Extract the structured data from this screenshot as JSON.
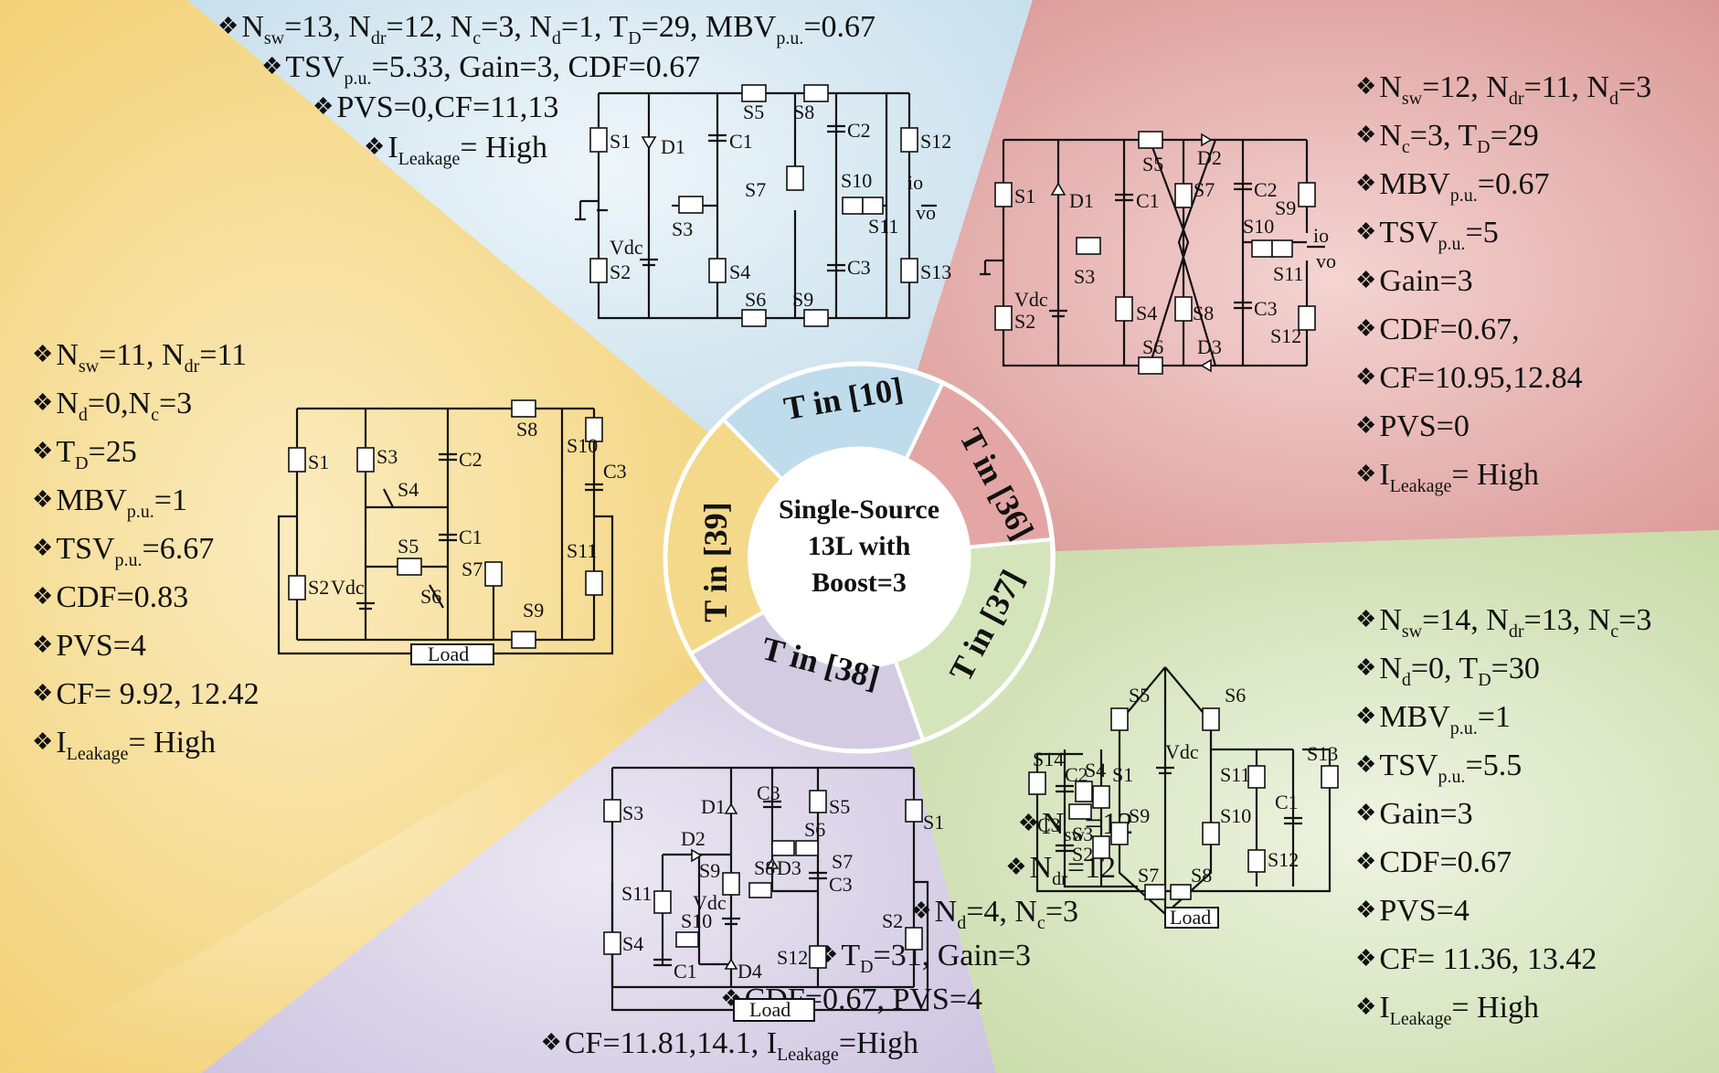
{
  "colors": {
    "blue": "#cfe4ef",
    "red": "#e2aaa8",
    "green": "#d8e6c0",
    "purple": "#d8d2e6",
    "yellow": "#f6dc93"
  },
  "center": {
    "line1": "Single-Source",
    "line2": "13L with",
    "line3": "Boost=3"
  },
  "wheel": [
    {
      "id": "top",
      "label": "T in [10]"
    },
    {
      "id": "right",
      "label": "T in [36]"
    },
    {
      "id": "lower-right",
      "label": "T in [37]"
    },
    {
      "id": "bottom",
      "label": "T in [38]"
    },
    {
      "id": "left",
      "label": "T in [39]"
    }
  ],
  "panels": {
    "top": {
      "specs": [
        [
          "N",
          "sw",
          "=13, N",
          "dr",
          "=12, N",
          "c",
          "=3, N",
          "d",
          "=1, T",
          "D",
          "=29, MBV",
          "p.u.",
          "=0.67"
        ],
        [
          "TSV",
          "p.u.",
          "=5.33, Gain=3, CDF=0.67"
        ],
        [
          "PVS=0,CF=11,13"
        ],
        [
          "I",
          "Leakage",
          "= High"
        ]
      ],
      "circuit_labels": [
        "S1",
        "D1",
        "C1",
        "S5",
        "S8",
        "C2",
        "S12",
        "S3",
        "S7",
        "S10",
        "S11",
        "io",
        "vo",
        "Vdc",
        "S2",
        "S4",
        "C3",
        "S13",
        "S6",
        "S9"
      ]
    },
    "right": {
      "specs": [
        [
          "N",
          "sw",
          "=12, N",
          "dr",
          "=11, N",
          "d",
          "=3"
        ],
        [
          "N",
          "c",
          "=3, T",
          "D",
          "=29"
        ],
        [
          "MBV",
          "p.u.",
          "=0.67"
        ],
        [
          "TSV",
          "p.u.",
          "=5"
        ],
        [
          "Gain=3"
        ],
        [
          "CDF=0.67,"
        ],
        [
          "CF=10.95,12.84"
        ],
        [
          "PVS=0"
        ],
        [
          "I",
          "Leakage",
          "= High"
        ]
      ],
      "circuit_labels": [
        "S5",
        "D2",
        "S1",
        "D1",
        "C1",
        "S7",
        "C2",
        "S9",
        "S10",
        "S3",
        "S11",
        "io",
        "vo",
        "Vdc",
        "S2",
        "S4",
        "S8",
        "C3",
        "S12",
        "S6",
        "D3"
      ]
    },
    "lower_right": {
      "specs": [
        [
          "N",
          "sw",
          "=14, N",
          "dr",
          "=13, N",
          "c",
          "=3"
        ],
        [
          "N",
          "d",
          "=0, T",
          "D",
          "=30"
        ],
        [
          "MBV",
          "p.u.",
          "=1"
        ],
        [
          "TSV",
          "p.u.",
          "=5.5"
        ],
        [
          "Gain=3"
        ],
        [
          "CDF=0.67"
        ],
        [
          "PVS=4"
        ],
        [
          "CF= 11.36, 13.42"
        ],
        [
          "I",
          "Leakage",
          "= High"
        ]
      ],
      "circuit_labels": [
        "S5",
        "S6",
        "S14",
        "Vdc",
        "S13",
        "C2",
        "S4",
        "S1",
        "S11",
        "C3",
        "S9",
        "S10",
        "C1",
        "S3",
        "S2",
        "S12",
        "S7",
        "S8"
      ],
      "load": "Load"
    },
    "bottom": {
      "specs": [
        [
          "N",
          "sw",
          "=12"
        ],
        [
          "N",
          "dr",
          "=12"
        ],
        [
          "N",
          "d",
          "=4, N",
          "c",
          "=3"
        ],
        [
          "T",
          "D",
          "=31, Gain=3"
        ],
        [
          "CDF=0.67, PVS=4"
        ],
        [
          "CF=11.81,14.1, I",
          "Leakage",
          "=High"
        ]
      ],
      "circuit_labels": [
        "S3",
        "D1",
        "C3",
        "S5",
        "S1",
        "D2",
        "S6",
        "S11",
        "S9",
        "S8",
        "S7",
        "D3",
        "C3",
        "Vdc",
        "S10",
        "S2",
        "S4",
        "C1",
        "D4",
        "S12"
      ],
      "load": "Load"
    },
    "left": {
      "specs": [
        [
          "N",
          "sw",
          "=11, N",
          "dr",
          "=11"
        ],
        [
          "N",
          "d",
          "=0,N",
          "c",
          "=3"
        ],
        [
          "T",
          "D",
          "=25"
        ],
        [
          "MBV",
          "p.u.",
          "=1"
        ],
        [
          "TSV",
          "p.u.",
          "=6.67"
        ],
        [
          "CDF=0.83"
        ],
        [
          "PVS=4"
        ],
        [
          "CF= 9.92, 12.42"
        ],
        [
          "I",
          "Leakage",
          "= High"
        ]
      ],
      "circuit_labels": [
        "S8",
        "S10",
        "S1",
        "S3",
        "C2",
        "C3",
        "S4",
        "C1",
        "S5",
        "S7",
        "S11",
        "S2",
        "Vdc",
        "S6",
        "S9"
      ],
      "load": "Load"
    }
  }
}
